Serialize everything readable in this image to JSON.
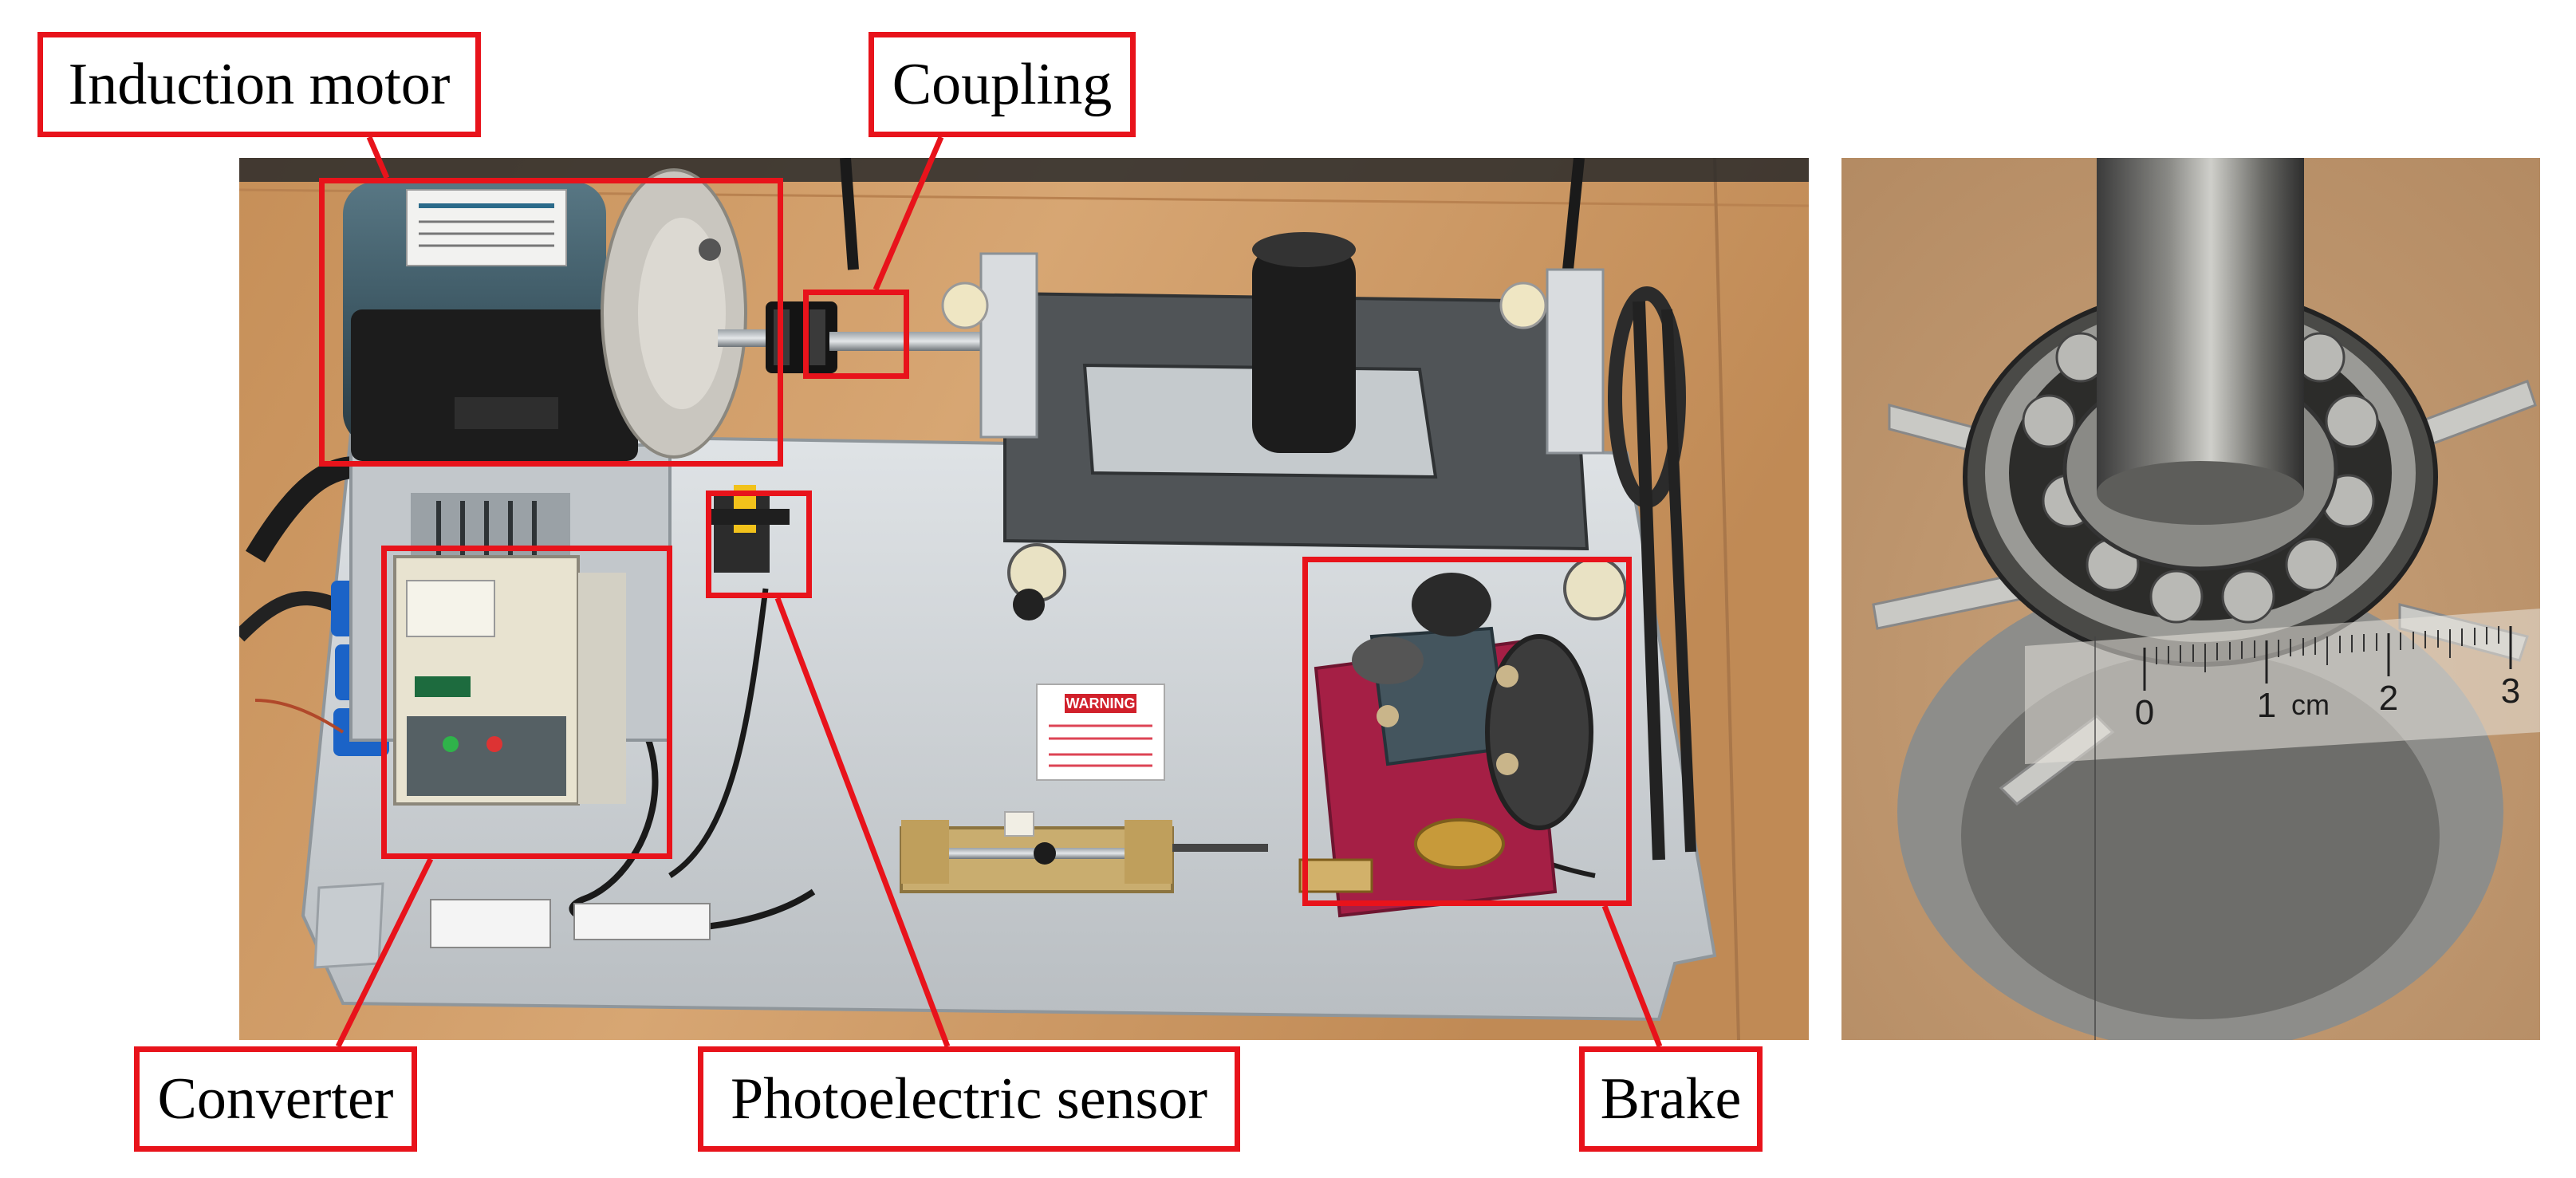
{
  "labels": {
    "induction_motor": "Induction motor",
    "coupling": "Coupling",
    "converter": "Converter",
    "photoelectric_sensor": "Photoelectric sensor",
    "brake": "Brake"
  },
  "warning_sign": {
    "title": "WARNING"
  },
  "ruler": {
    "ticks": [
      "0",
      "1",
      "2",
      "3"
    ],
    "unit": "cm"
  },
  "colors": {
    "annotation_red": "#e8131b",
    "table_wood": "#c9955f",
    "base_plate": "#cfd3d6",
    "motor_body": "#3e5965",
    "brake_mount": "#a51f45",
    "flywheel": "#1c1c1c"
  }
}
